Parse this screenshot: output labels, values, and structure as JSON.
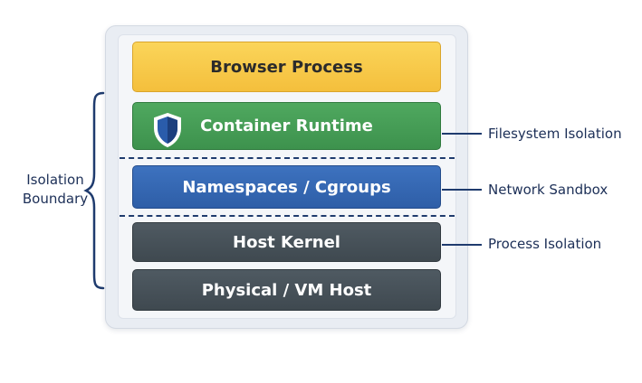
{
  "layers": {
    "browser": "Browser Process",
    "container": "Container Runtime",
    "namespaces": "Namespaces / Cgroups",
    "kernel": "Host Kernel",
    "physical": "Physical / VM Host"
  },
  "boundary": {
    "line1": "Isolation",
    "line2": "Boundary"
  },
  "side_labels": {
    "filesystem": "Filesystem Isolation",
    "network": "Network Sandbox",
    "process": "Process Isolation"
  },
  "icons": {
    "container_icon": "shield-icon"
  },
  "colors": {
    "browser": "#f4bf3c",
    "container": "#3d924d",
    "namespaces": "#2e5ea7",
    "kernel": "#3f4950",
    "physical": "#3f4950",
    "annotation": "#1f3b6e"
  }
}
